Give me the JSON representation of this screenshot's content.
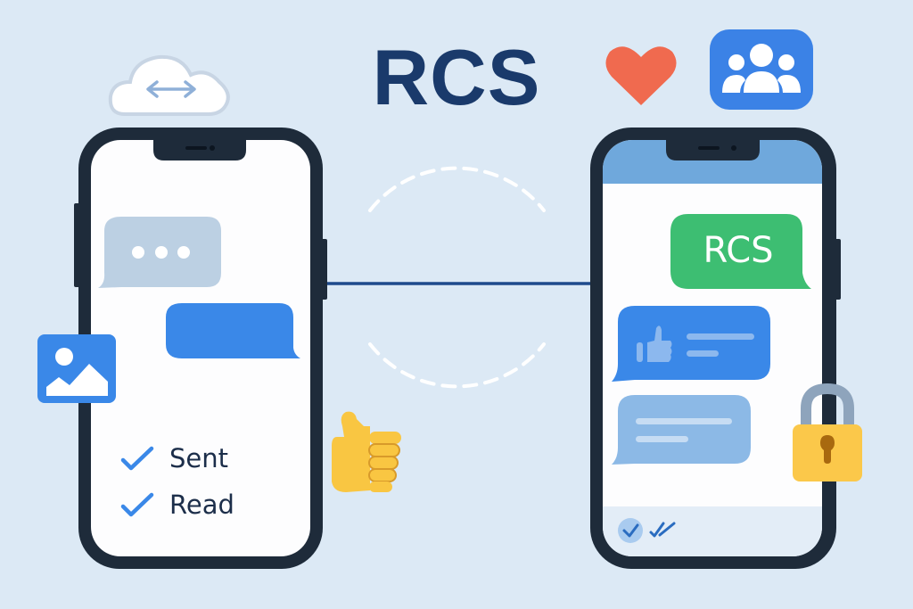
{
  "header": {
    "title": "RCS"
  },
  "left_phone": {
    "status_items": [
      {
        "icon": "check-icon",
        "label": "Sent"
      },
      {
        "icon": "check-icon",
        "label": "Read"
      }
    ]
  },
  "right_phone": {
    "green_bubble_text": "RCS"
  },
  "colors": {
    "background": "#dce9f5",
    "phone_frame": "#1e2b3a",
    "title": "#1a3a6b",
    "blue": "#3a88e8",
    "green": "#3dbe72",
    "heart": "#f06a4f",
    "lock": "#fbc84a"
  }
}
